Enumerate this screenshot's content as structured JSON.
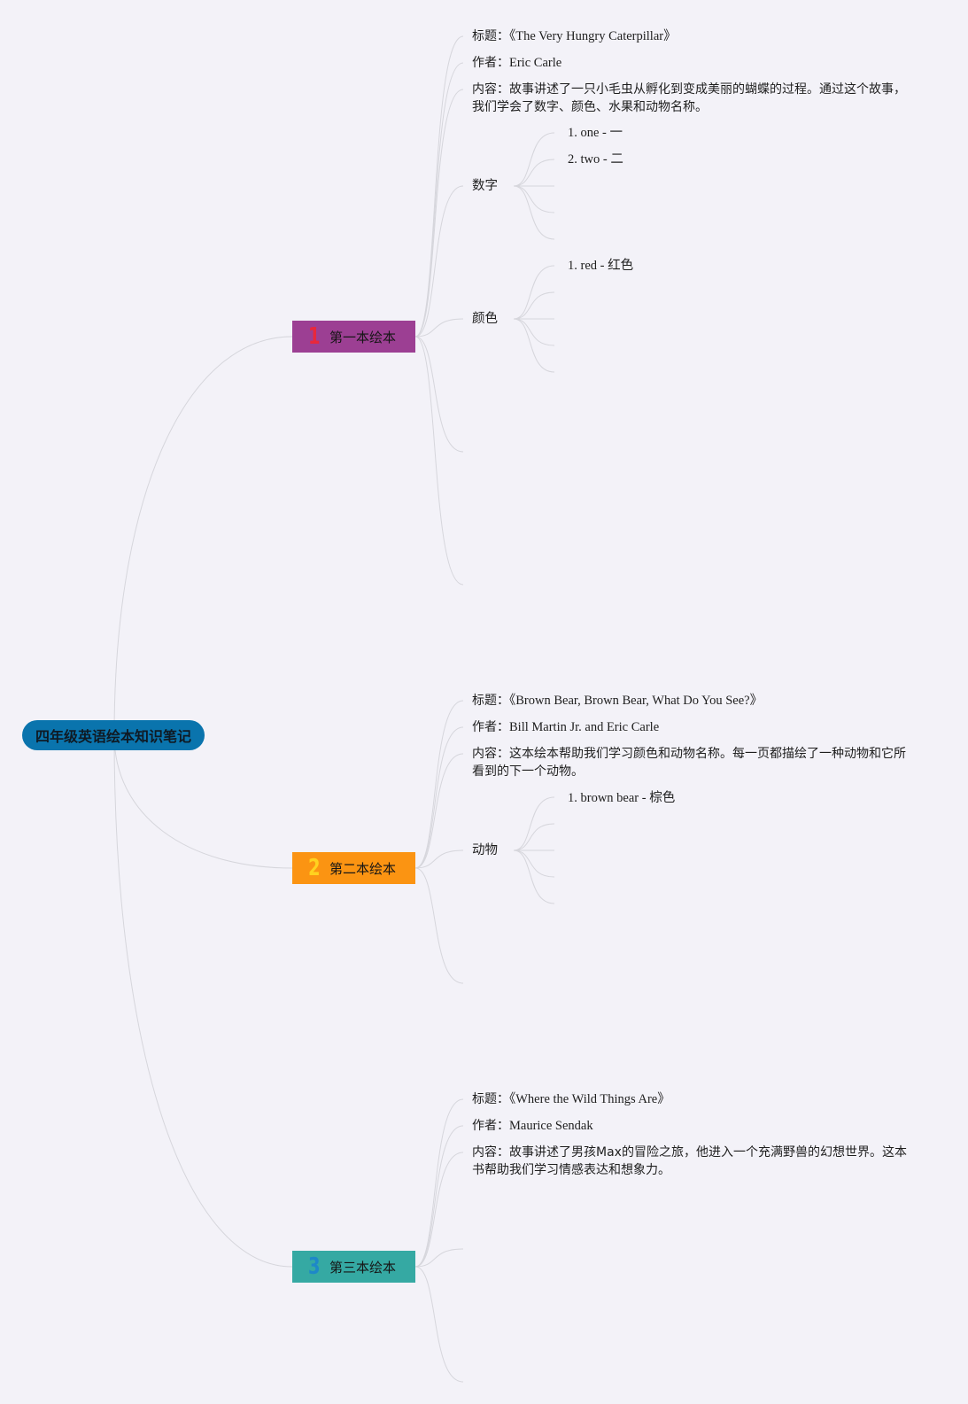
{
  "colors": {
    "background": "#f3f2f8",
    "root": "#0a74ad",
    "book1": "#9c3f93",
    "book1_num": "#e8283c",
    "book2": "#fb9412",
    "book2_num": "#ffd21f",
    "book3": "#35a9a3",
    "book3_num": "#1e88c8",
    "edge": "#d6d6dc"
  },
  "root": {
    "label": "四年级英语绘本知识笔记"
  },
  "books": [
    {
      "number": "1",
      "label": "第一本绘本",
      "title_key": "标题：",
      "title_value": "《The Very Hungry Caterpillar》",
      "author_key": "作者：",
      "author_value": "Eric Carle",
      "content": "内容：故事讲述了一只小毛虫从孵化到变成美丽的蝴蝶的过程。通过这个故事，我们学会了数字、颜色、水果和动物名称。",
      "groups": [
        {
          "label": "数字",
          "items": [
            "1. one - 一",
            "2. two - 二"
          ]
        },
        {
          "label": "颜色",
          "items": [
            "1. red - 红色"
          ]
        }
      ]
    },
    {
      "number": "2",
      "label": "第二本绘本",
      "title_key": "标题：",
      "title_value": "《Brown Bear, Brown Bear, What Do You See?》",
      "author_key": "作者：",
      "author_value": "Bill Martin Jr. and Eric Carle",
      "content": "内容：这本绘本帮助我们学习颜色和动物名称。每一页都描绘了一种动物和它所看到的下一个动物。",
      "groups": [
        {
          "label": "动物",
          "items": [
            "1. brown bear - 棕色"
          ]
        }
      ]
    },
    {
      "number": "3",
      "label": "第三本绘本",
      "title_key": "标题：",
      "title_value": "《Where the Wild Things Are》",
      "author_key": "作者：",
      "author_value": "Maurice Sendak",
      "content": "内容：故事讲述了男孩Max的冒险之旅，他进入一个充满野兽的幻想世界。这本书帮助我们学习情感表达和想象力。"
    }
  ]
}
